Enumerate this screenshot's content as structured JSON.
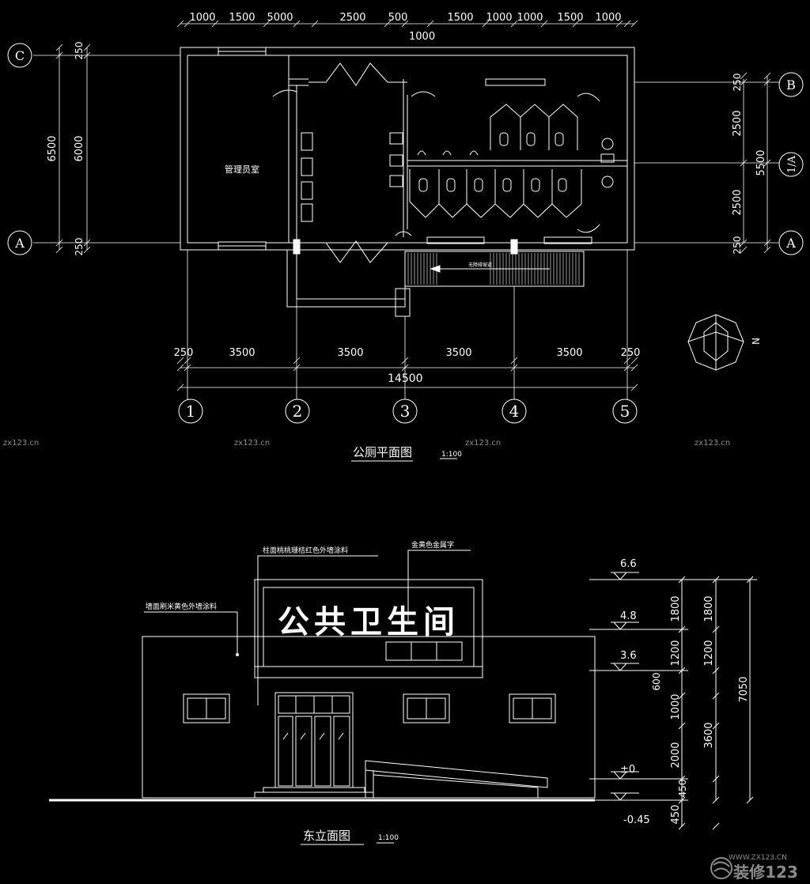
{
  "colors": {
    "line": "#ffffff",
    "background": "#000000",
    "watermark": "#8a8a8a"
  },
  "plan": {
    "title": "公厕平面图",
    "scale": "1:100",
    "manager_room": "管理员室",
    "ramp_label": "无障碍坡道",
    "top_dims": [
      "1000",
      "1500",
      "5000",
      "2500",
      "500",
      "1500",
      "1000",
      "1000",
      "1500",
      "1000"
    ],
    "top_dim_sub": "1000",
    "left_dims": [
      "250",
      "6000",
      "250"
    ],
    "left_total": "6500",
    "right_dims": [
      "250",
      "2500",
      "2500",
      "250"
    ],
    "right_total": "5500",
    "bottom_dims": [
      "250",
      "3500",
      "3500",
      "3500",
      "3500",
      "250"
    ],
    "bottom_total": "14500",
    "axis_cols": [
      "1",
      "2",
      "3",
      "4",
      "5"
    ],
    "axis_rows_left": [
      "C",
      "A"
    ],
    "axis_rows_right": [
      "B",
      "1/A",
      "A"
    ],
    "north": "N"
  },
  "elevation": {
    "title": "东立面图",
    "scale": "1:100",
    "sign_text": "公共卫生间",
    "note_column": "柱面桃桃珊桔红色外墙涂料",
    "note_letters": "金黄色金属字",
    "note_wall": "墙面刷米黄色外墙涂料",
    "levels": [
      "6.6",
      "4.8",
      "3.6",
      "±0",
      "-0.45"
    ],
    "dims_inner": [
      "1800",
      "1200",
      "600",
      "1000",
      "2000"
    ],
    "dims_mid": [
      "1800",
      "1200",
      "3600",
      "450"
    ],
    "dims_outer": [
      "7050"
    ],
    "dim_bottom": "450"
  },
  "watermarks": [
    "zx123.cn",
    "zx123.cn",
    "zx123.cn",
    "zx123.cn"
  ],
  "site_url": "WWW.ZX123.CN",
  "site_brand": "装修123"
}
